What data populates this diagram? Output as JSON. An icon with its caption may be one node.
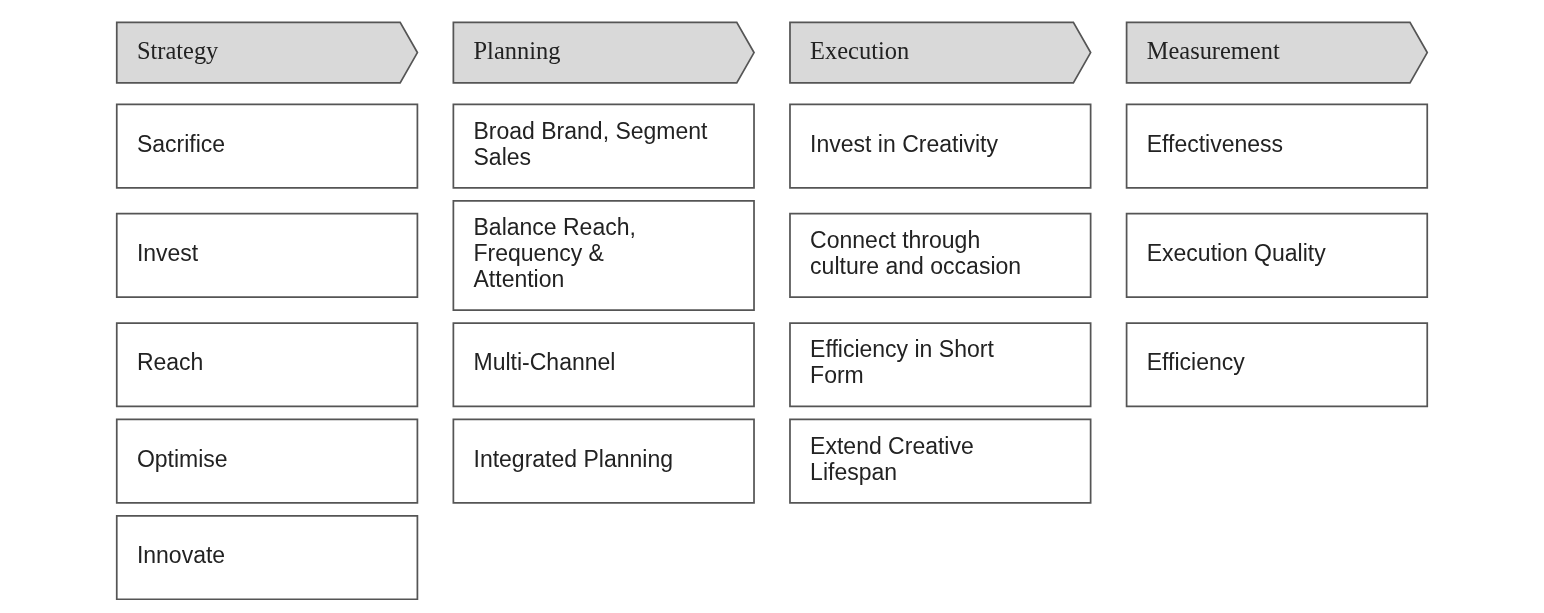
{
  "diagram": {
    "nodes": [
      {
        "text": [
          "Strategy"
        ]
      },
      {
        "text": [
          "Sacrifice"
        ]
      },
      {
        "text": [
          "Invest"
        ]
      },
      {
        "text": [
          "Reach"
        ]
      },
      {
        "text": [
          "Optimise"
        ]
      },
      {
        "text": [
          "Innovate"
        ]
      },
      {
        "text": [
          "Planning"
        ]
      },
      {
        "text": [
          "Broad Brand, Segment Sales"
        ]
      },
      {
        "text": [
          "Balance Reach, Frequency & Attention"
        ]
      },
      {
        "text": [
          "Multi-Channel"
        ]
      },
      {
        "text": [
          "Integrated Planning"
        ]
      },
      {
        "text": [
          "Execution"
        ]
      },
      {
        "text": [
          "Invest in Creativity"
        ]
      },
      {
        "text": [
          "Connect through culture and occasion"
        ]
      },
      {
        "text": [
          "Efficiency in Short Form"
        ]
      },
      {
        "text": [
          "Extend Creative Lifespan"
        ]
      },
      {
        "text": [
          "Measurement"
        ]
      },
      {
        "text": [
          "Effectiveness"
        ]
      },
      {
        "text": [
          "Execution Quality"
        ]
      },
      {
        "text": [
          "Efficiency"
        ]
      }
    ],
    "edges": []
  }
}
